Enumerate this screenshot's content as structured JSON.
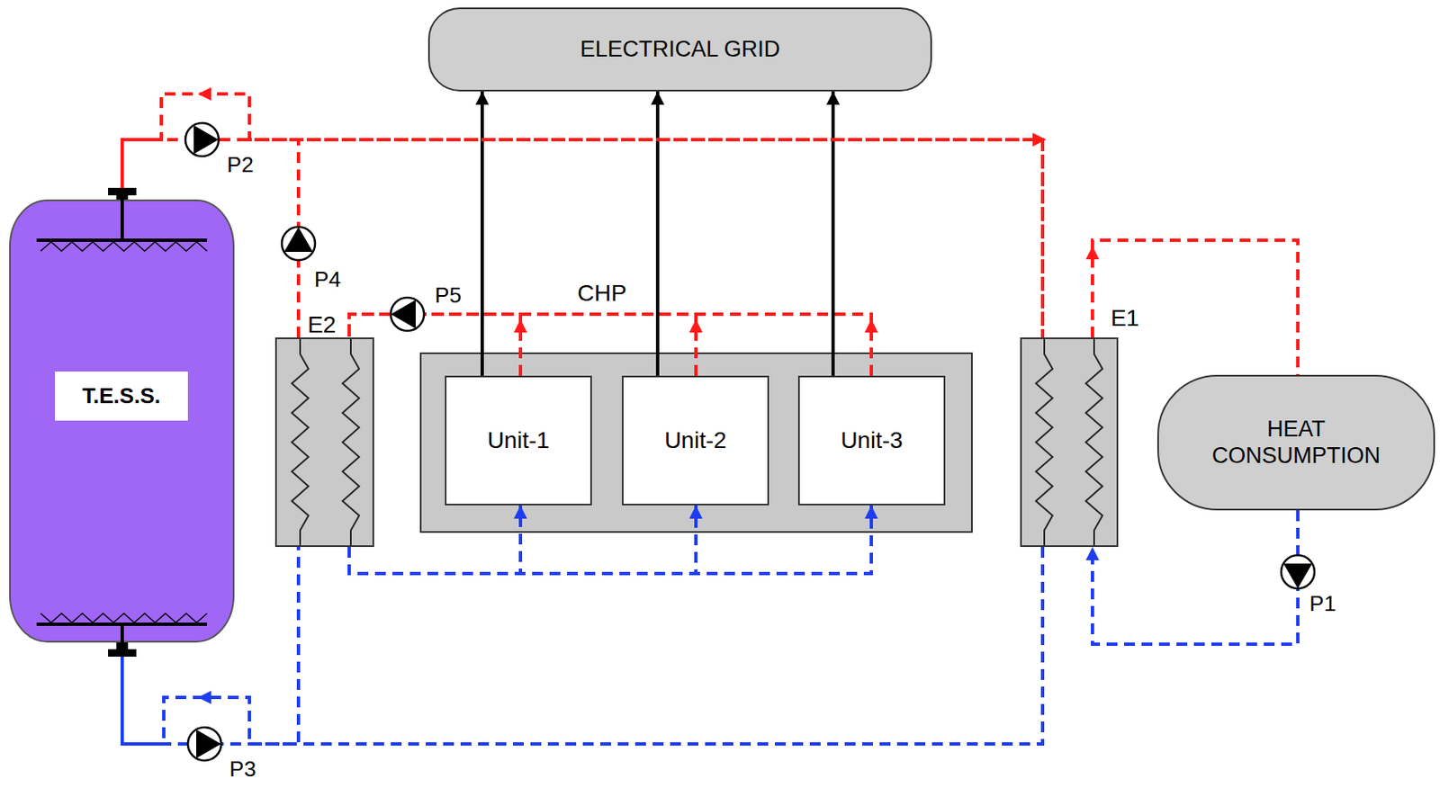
{
  "diagram": {
    "nodes": [
      {
        "text": [
          "ELECTRICAL GRID"
        ]
      },
      {
        "text": [
          "T.E.S.S."
        ]
      },
      {
        "text": [
          "E2"
        ]
      },
      {
        "text": [
          "CHP"
        ]
      },
      {
        "text": [
          "Unit-1"
        ],
        "in": 3
      },
      {
        "text": [
          "Unit-2"
        ],
        "in": 3
      },
      {
        "text": [
          "Unit-3"
        ],
        "in": 3
      },
      {
        "text": [
          "E1"
        ]
      },
      {
        "text": [
          "HEAT CONSUMPTION"
        ]
      }
    ],
    "edges": [
      {
        "from": 4,
        "to": 0,
        "arrow": "to"
      },
      {
        "from": 5,
        "to": 0,
        "arrow": "to"
      },
      {
        "from": 6,
        "to": 0,
        "arrow": "to"
      },
      {
        "from": 4,
        "to": 2,
        "arrow": "to"
      },
      {
        "from": 5,
        "to": 2,
        "arrow": "to"
      },
      {
        "from": 6,
        "to": 2,
        "arrow": "to"
      },
      {
        "from": 2,
        "to": 4,
        "arrow": "to"
      },
      {
        "from": 2,
        "to": 5,
        "arrow": "to"
      },
      {
        "from": 2,
        "to": 6,
        "arrow": "to"
      },
      {
        "from": 2,
        "to": 7,
        "arrow": "to"
      },
      {
        "from": 1,
        "to": 7,
        "arrow": "to"
      },
      {
        "from": 2,
        "to": 1,
        "arrow": "to"
      },
      {
        "from": 7,
        "to": 8,
        "arrow": "to"
      },
      {
        "from": 8,
        "to": 7,
        "arrow": "to"
      },
      {
        "from": 7,
        "to": 2,
        "arrow": "none"
      },
      {
        "from": 7,
        "to": 1,
        "arrow": "to"
      },
      {
        "from": 1,
        "to": 2,
        "arrow": "none"
      }
    ],
    "labels": [
      "P2",
      "P4",
      "P5",
      "P1",
      "P3"
    ]
  }
}
